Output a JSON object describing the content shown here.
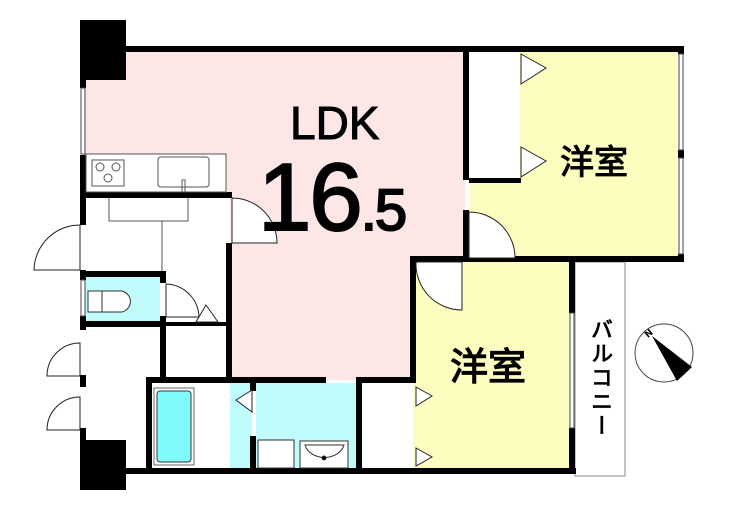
{
  "floor_plan": {
    "ldk": {
      "label": "LDK",
      "area_int": "16",
      "area_dec": ".5",
      "color": "#fde6e6"
    },
    "bedroom_north": {
      "label": "洋室",
      "color": "#fdfdbf"
    },
    "bedroom_south": {
      "label": "洋室",
      "color": "#fdfdbf"
    },
    "balcony": {
      "label": "バルコニー"
    },
    "wet_areas_color": "#c0fbfb",
    "bathtub_color": "#80fbfb",
    "compass": {
      "label": "N",
      "icon": "compass-north-icon"
    }
  }
}
